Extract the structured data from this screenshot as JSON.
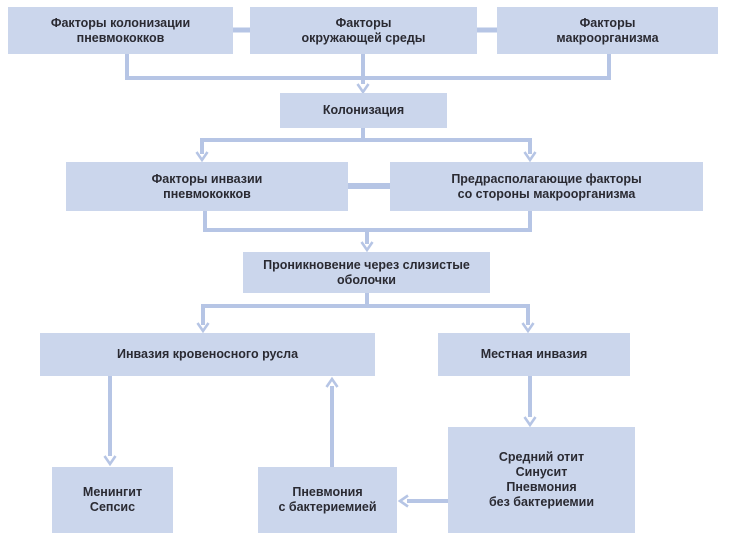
{
  "colors": {
    "background": "#ffffff",
    "node_fill": "#cbd6ec",
    "connector": "#b6c5e5",
    "text": "#2a2a32"
  },
  "nodes": {
    "colonization_factors": {
      "label": "Факторы колонизации\nпневмококков"
    },
    "environment_factors": {
      "label": "Факторы\nокружающей среды"
    },
    "macroorganism_factors": {
      "label": "Факторы\nмакроорганизма"
    },
    "colonization": {
      "label": "Колонизация"
    },
    "invasion_factors": {
      "label": "Факторы инвазии\nпневмококков"
    },
    "predisposing_factors": {
      "label": "Предрасполагающие факторы\nсо стороны макроорганизма"
    },
    "mucosal_penetration": {
      "label": "Проникновение через слизистые\nоболочки"
    },
    "bloodstream_invasion": {
      "label": "Инвазия кровеносного русла"
    },
    "local_invasion": {
      "label": "Местная инвазия"
    },
    "meningitis_sepsis": {
      "label": "Менингит\nСепсис"
    },
    "bacteremic_pneumonia": {
      "label": "Пневмония\nс бактериемией"
    },
    "local_diseases": {
      "label": "Средний отит\nСинусит\nПневмония\nбез бактериемии"
    }
  }
}
